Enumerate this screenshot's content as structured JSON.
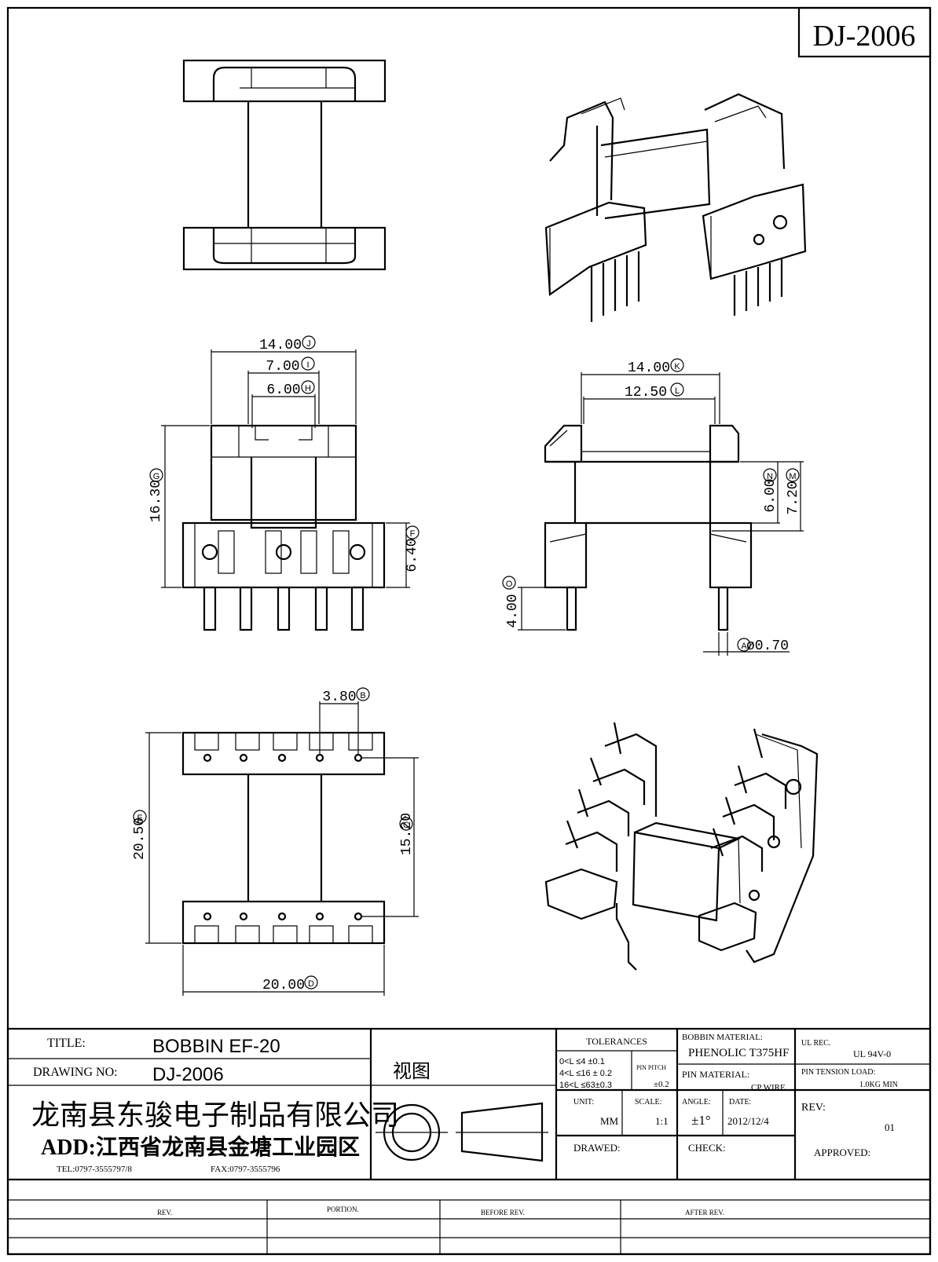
{
  "drawing_code": "DJ-2006",
  "dimensions": {
    "J": "14.00",
    "I": "7.00",
    "H": "6.00",
    "G": "16.30",
    "F": "6.40",
    "K": "14.00",
    "L": "12.50",
    "N": "6.00",
    "M": "7.20",
    "O": "4.00",
    "A": "ø0.70",
    "B": "3.80",
    "E": "20.50",
    "C": "15.20",
    "D": "20.00"
  },
  "dim_letters": {
    "J": "J",
    "I": "I",
    "H": "H",
    "G": "G",
    "F": "F",
    "K": "K",
    "L": "L",
    "N": "N",
    "M": "M",
    "O": "O",
    "A": "A",
    "B": "B",
    "E": "E",
    "C": "C",
    "D": "D"
  },
  "title_block": {
    "title_label": "TITLE:",
    "title_value": "BOBBIN EF-20",
    "drawing_no_label": "DRAWING NO:",
    "drawing_no_value": "DJ-2006",
    "company": "龙南县东骏电子制品有限公司",
    "address": "ADD:江西省龙南县金塘工业园区",
    "tel": "TEL:0797-3555797/8",
    "fax": "FAX:0797-3555796",
    "view_label": "视图",
    "tolerances_label": "TOLERANCES",
    "tol_1": "0<L ≤4  ±0.1",
    "tol_2": "4<L ≤16 ± 0.2",
    "tol_3": "16<L ≤63±0.3",
    "pin_pitch_label": "PIN PITCH",
    "pin_pitch_value": "±0.2",
    "bobbin_material_label": "BOBBIN MATERIAL:",
    "bobbin_material_value": "PHENOLIC  T375HF",
    "ul_rec_label": "UL REC.",
    "ul_rec_value": "UL  94V-0",
    "pin_material_label": "PIN MATERIAL:",
    "pin_material_value": "CP WIRE",
    "pin_tension_label": "PIN TENSION LOAD:",
    "pin_tension_value": "1.0KG MIN",
    "unit_label": "UNIT:",
    "unit_value": "MM",
    "scale_label": "SCALE:",
    "scale_value": "1:1",
    "angle_label": "ANGLE:",
    "angle_value": "±1°",
    "date_label": "DATE:",
    "date_value": "2012/12/4",
    "rev_label": "REV:",
    "rev_value": "01",
    "drawed_label": "DRAWED:",
    "check_label": "CHECK:",
    "approved_label": "APPROVED:",
    "footer_rev": "REV.",
    "footer_portion": "PORTION.",
    "footer_before": "BEFORE REV.",
    "footer_after": "AFTER REV."
  }
}
